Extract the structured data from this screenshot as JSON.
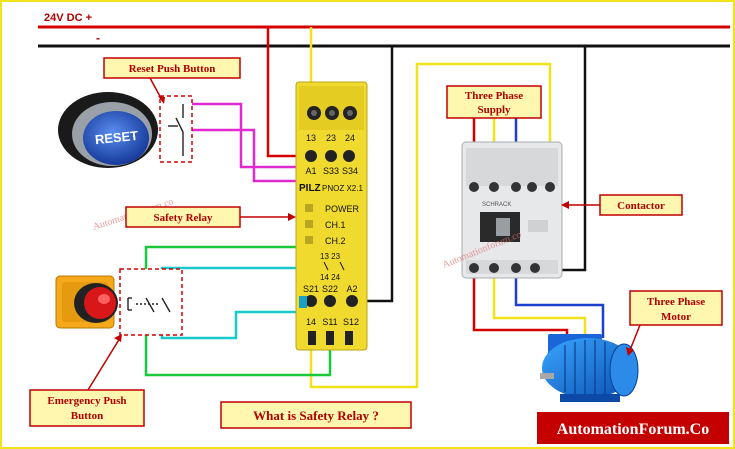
{
  "rails": {
    "positive": "24V DC +",
    "negative": "-"
  },
  "labels": {
    "reset_push_button": "Reset Push Button",
    "safety_relay": "Safety Relay",
    "emergency_push_button": [
      "Emergency Push",
      "Button"
    ],
    "three_phase_supply": [
      "Three Phase",
      "Supply"
    ],
    "contactor": "Contactor",
    "three_phase_motor": [
      "Three Phase",
      "Motor"
    ],
    "question": "What is Safety Relay ?",
    "brand": "AutomationForum.Co"
  },
  "reset_button": {
    "cap_text": "RESET"
  },
  "relay": {
    "brand": "PILZ",
    "model": "PNOZ X2.1",
    "top_terminals": [
      "13",
      "23",
      "24"
    ],
    "upper_terminals": [
      "A1",
      "S33",
      "S34"
    ],
    "leds": [
      "POWER",
      "CH.1",
      "CH.2"
    ],
    "contact_label_top": "13 23",
    "contact_label_bottom": "14 24",
    "mid_terminals": [
      "S21",
      "S22",
      "A2"
    ],
    "bottom_terminals": [
      "14",
      "S11",
      "S12"
    ]
  },
  "contactor": {
    "brand": "SCHRACK"
  },
  "watermark": "Automationforum.co",
  "colors": {
    "red": "#d40000",
    "black": "#111111",
    "yellow": "#f2e21a",
    "magenta": "#e02ad0",
    "green": "#19c93a",
    "cyan": "#19c9c9",
    "blue": "#1c3fd0",
    "relay_body": "#f0da2e",
    "label_border": "#c00000"
  }
}
